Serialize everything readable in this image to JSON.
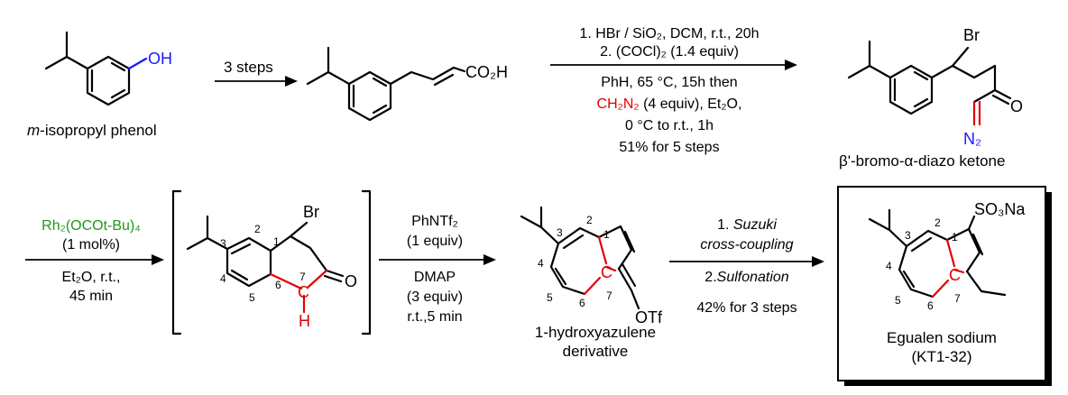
{
  "colors": {
    "black": "#000000",
    "blue": "#1a1aff",
    "red": "#e00000",
    "green": "#1a9a1a"
  },
  "step1": {
    "start_oh": "OH",
    "start_name_italic": "m",
    "start_name_rest": "-isopropyl phenol",
    "arrow_label": "3 steps",
    "cinnamic_group": "CO₂H"
  },
  "step2": {
    "cond1": "1. HBr / SiO₂, DCM, r.t., 20h",
    "cond2": "2. (COCl)₂ (1.4 equiv)",
    "cond3": "PhH, 65 °C, 15h then",
    "cond4_red": "CH₂N₂",
    "cond4_rest": " (4 equiv), Et₂O,",
    "cond5": "0 °C to r.t., 1h",
    "yield": "51% for 5 steps",
    "product_br": "Br",
    "product_o": "O",
    "product_n2": "N₂",
    "product_name": "β'-bromo-α-diazo ketone"
  },
  "step3": {
    "catalyst": "Rh₂(OCOt-Bu)₄",
    "loading": "(1 mol%)",
    "solvent": "Et₂O, r.t.,",
    "time": "45 min",
    "inter_br": "Br",
    "inter_o": "O",
    "inter_h": "H",
    "inter_c": "C",
    "nums": [
      "1",
      "2",
      "3",
      "4",
      "5",
      "6",
      "7"
    ]
  },
  "step4": {
    "reagent1": "PhNTf₂",
    "equiv1": "(1 equiv)",
    "reagent2": "DMAP",
    "equiv2": "(3 equiv)",
    "cond": "r.t.,5 min",
    "product_otf": "OTf",
    "product_c": "C",
    "product_name1": "1-hydroxyazulene",
    "product_name2": "derivative",
    "nums": [
      "1",
      "2",
      "3",
      "4",
      "5",
      "6",
      "7"
    ]
  },
  "step5": {
    "cond1_num": "1. ",
    "cond1_it": "Suzuki",
    "cond1b_it": "cross-coupling",
    "cond2_num": "2.",
    "cond2_it": "Sulfonation",
    "yield": "42% for 3 steps",
    "product_so3na": "SO₃Na",
    "product_c": "C",
    "product_name1": "Egualen sodium",
    "product_name2": "(KT1-32)",
    "nums": [
      "1",
      "2",
      "3",
      "4",
      "5",
      "6",
      "7"
    ]
  }
}
